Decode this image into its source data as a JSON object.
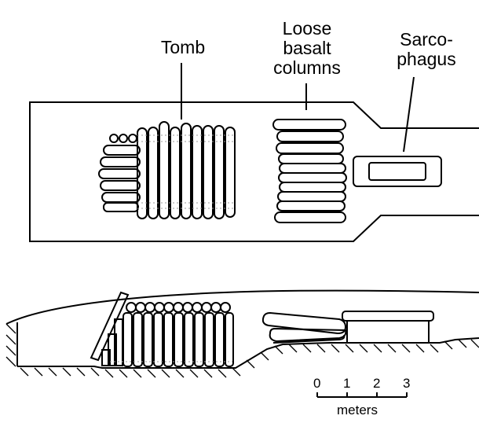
{
  "labels": {
    "tomb": "Tomb",
    "loose_columns": [
      "Loose",
      "basalt",
      "columns"
    ],
    "sarcophagus": [
      "Sarco-",
      "phagus"
    ]
  },
  "scale": {
    "ticks": [
      "0",
      "1",
      "2",
      "3"
    ],
    "unit": "meters"
  },
  "colors": {
    "ink": "#000000",
    "paper": "#ffffff",
    "fill_dot": "#bbbbbb"
  }
}
